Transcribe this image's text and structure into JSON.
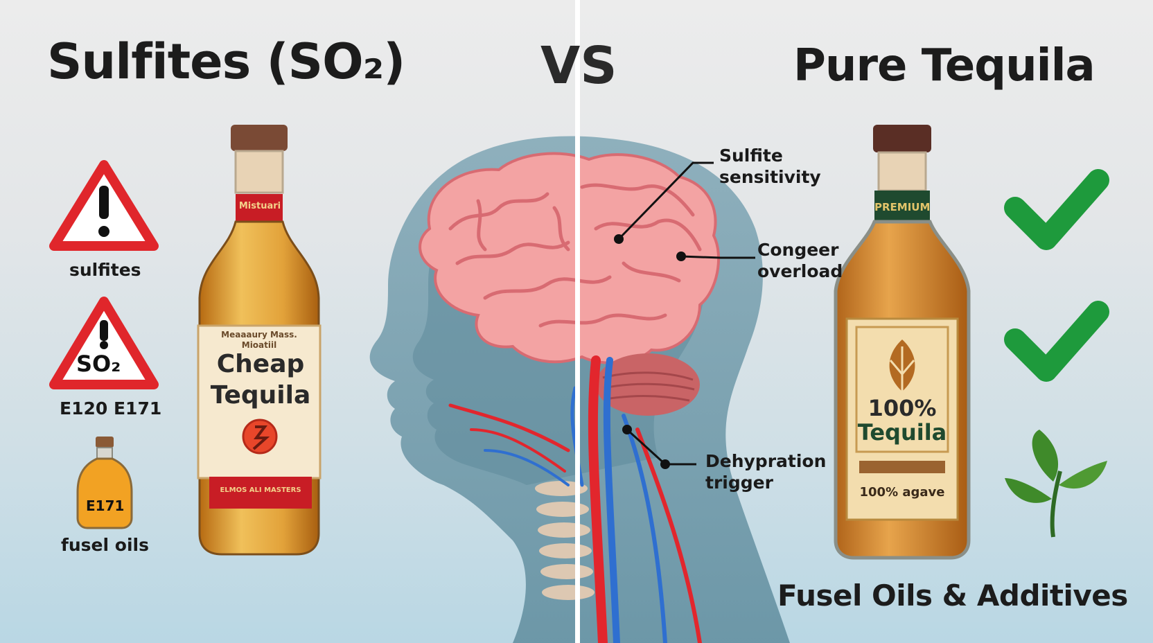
{
  "header": {
    "left_title": "Sulfites (SO₂)",
    "vs": "VS",
    "right_title": "Pure Tequila"
  },
  "left_icons": {
    "warning_label": "sulfites",
    "so2_sign_text": "SO₂",
    "so2_label": "E120 E171",
    "bottle_label": "E171",
    "fusel_label": "fusel oils"
  },
  "cheap_bottle": {
    "neck_label": "Mistuari",
    "label_top": "Meaaaury Mass. Mioatiil",
    "main_text_line1": "Cheap",
    "main_text_line2": "Tequila",
    "bottom_band": "ELMOS ALI MASTERS"
  },
  "brain_annotations": {
    "sulfite_line1": "Sulfite",
    "sulfite_line2": "sensitivity",
    "congeer_line1": "Congeer",
    "congeer_line2": "overload",
    "dehy_line1": "Dehypration",
    "dehy_line2": "trigger"
  },
  "premium_bottle": {
    "neck_label": "PREMIUM",
    "main_line1": "100%",
    "main_line2": "Tequila",
    "sub_label": "100% agave"
  },
  "footer": {
    "text": "Fusel Oils & Additives"
  },
  "colors": {
    "warning_red": "#e0262b",
    "check_green": "#1e9a3c",
    "artery_red": "#e2262d",
    "vein_blue": "#2f6fd0",
    "brain_pink": "#f19b9b",
    "head_slate": "#6f98a8"
  },
  "icons": [
    "warning-icon",
    "so2-warning-icon",
    "small-bottle-icon",
    "check-icon",
    "check-icon",
    "leaf-icon"
  ]
}
